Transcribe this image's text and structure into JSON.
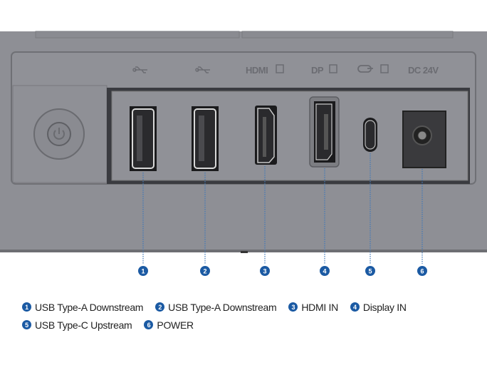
{
  "port_labels": {
    "usb1": "usb-icon",
    "usb2": "usb-icon",
    "hdmi": "HDMI",
    "dp": "DP",
    "usbc": "usb-c-icon",
    "dc": "DC 24V"
  },
  "callouts": [
    "1",
    "2",
    "3",
    "4",
    "5",
    "6"
  ],
  "legend": [
    {
      "num": "1",
      "label": "USB Type-A Downstream"
    },
    {
      "num": "2",
      "label": "USB Type-A Downstream"
    },
    {
      "num": "3",
      "label": "HDMI IN"
    },
    {
      "num": "4",
      "label": "Display IN"
    },
    {
      "num": "5",
      "label": "USB Type-C Upstream"
    },
    {
      "num": "6",
      "label": "POWER"
    }
  ],
  "colors": {
    "body": "#8e8f95",
    "accent": "#1b5aa3"
  }
}
